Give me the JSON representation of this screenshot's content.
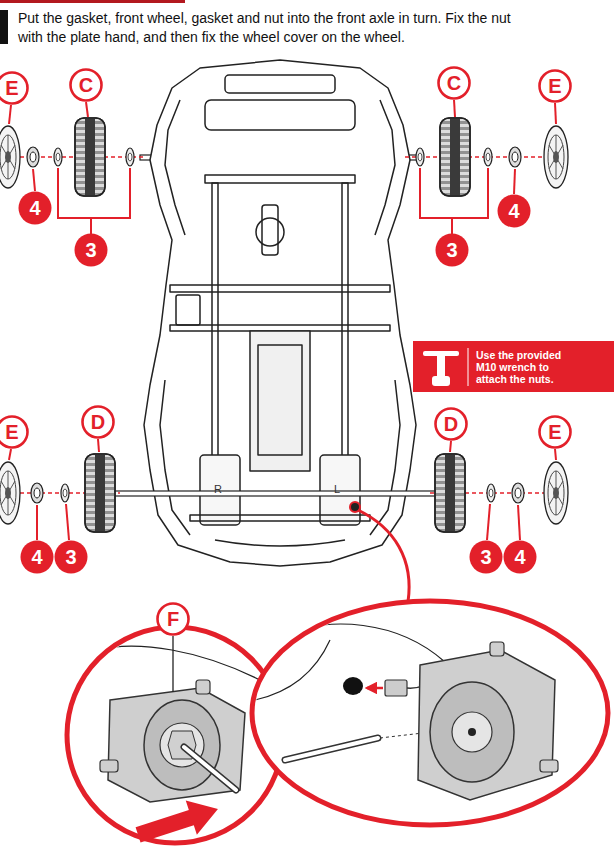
{
  "diagram": {
    "title": "Put the gasket, front wheel, gasket and nut into the front axle in turn. Fix the nut with the plate hand, and then fix the wheel cover on the wheel.",
    "nodes": [
      {
        "text": [
          "E"
        ]
      },
      {
        "text": [
          "C"
        ]
      },
      {
        "text": [
          "C"
        ]
      },
      {
        "text": [
          "E"
        ]
      },
      {
        "text": [
          "4"
        ]
      },
      {
        "text": [
          "4"
        ]
      },
      {
        "text": [
          "3"
        ]
      },
      {
        "text": [
          "3"
        ]
      },
      {
        "text": [
          "Use the provided M10 wrench to attach the nuts."
        ]
      },
      {
        "text": [
          "E"
        ]
      },
      {
        "text": [
          "D"
        ]
      },
      {
        "text": [
          "D"
        ]
      },
      {
        "text": [
          "E"
        ]
      },
      {
        "text": [
          "4"
        ]
      },
      {
        "text": [
          "3"
        ]
      },
      {
        "text": [
          "3"
        ]
      },
      {
        "text": [
          "4"
        ]
      },
      {
        "text": [
          "F"
        ]
      }
    ],
    "labels": [
      "R",
      "L"
    ]
  }
}
